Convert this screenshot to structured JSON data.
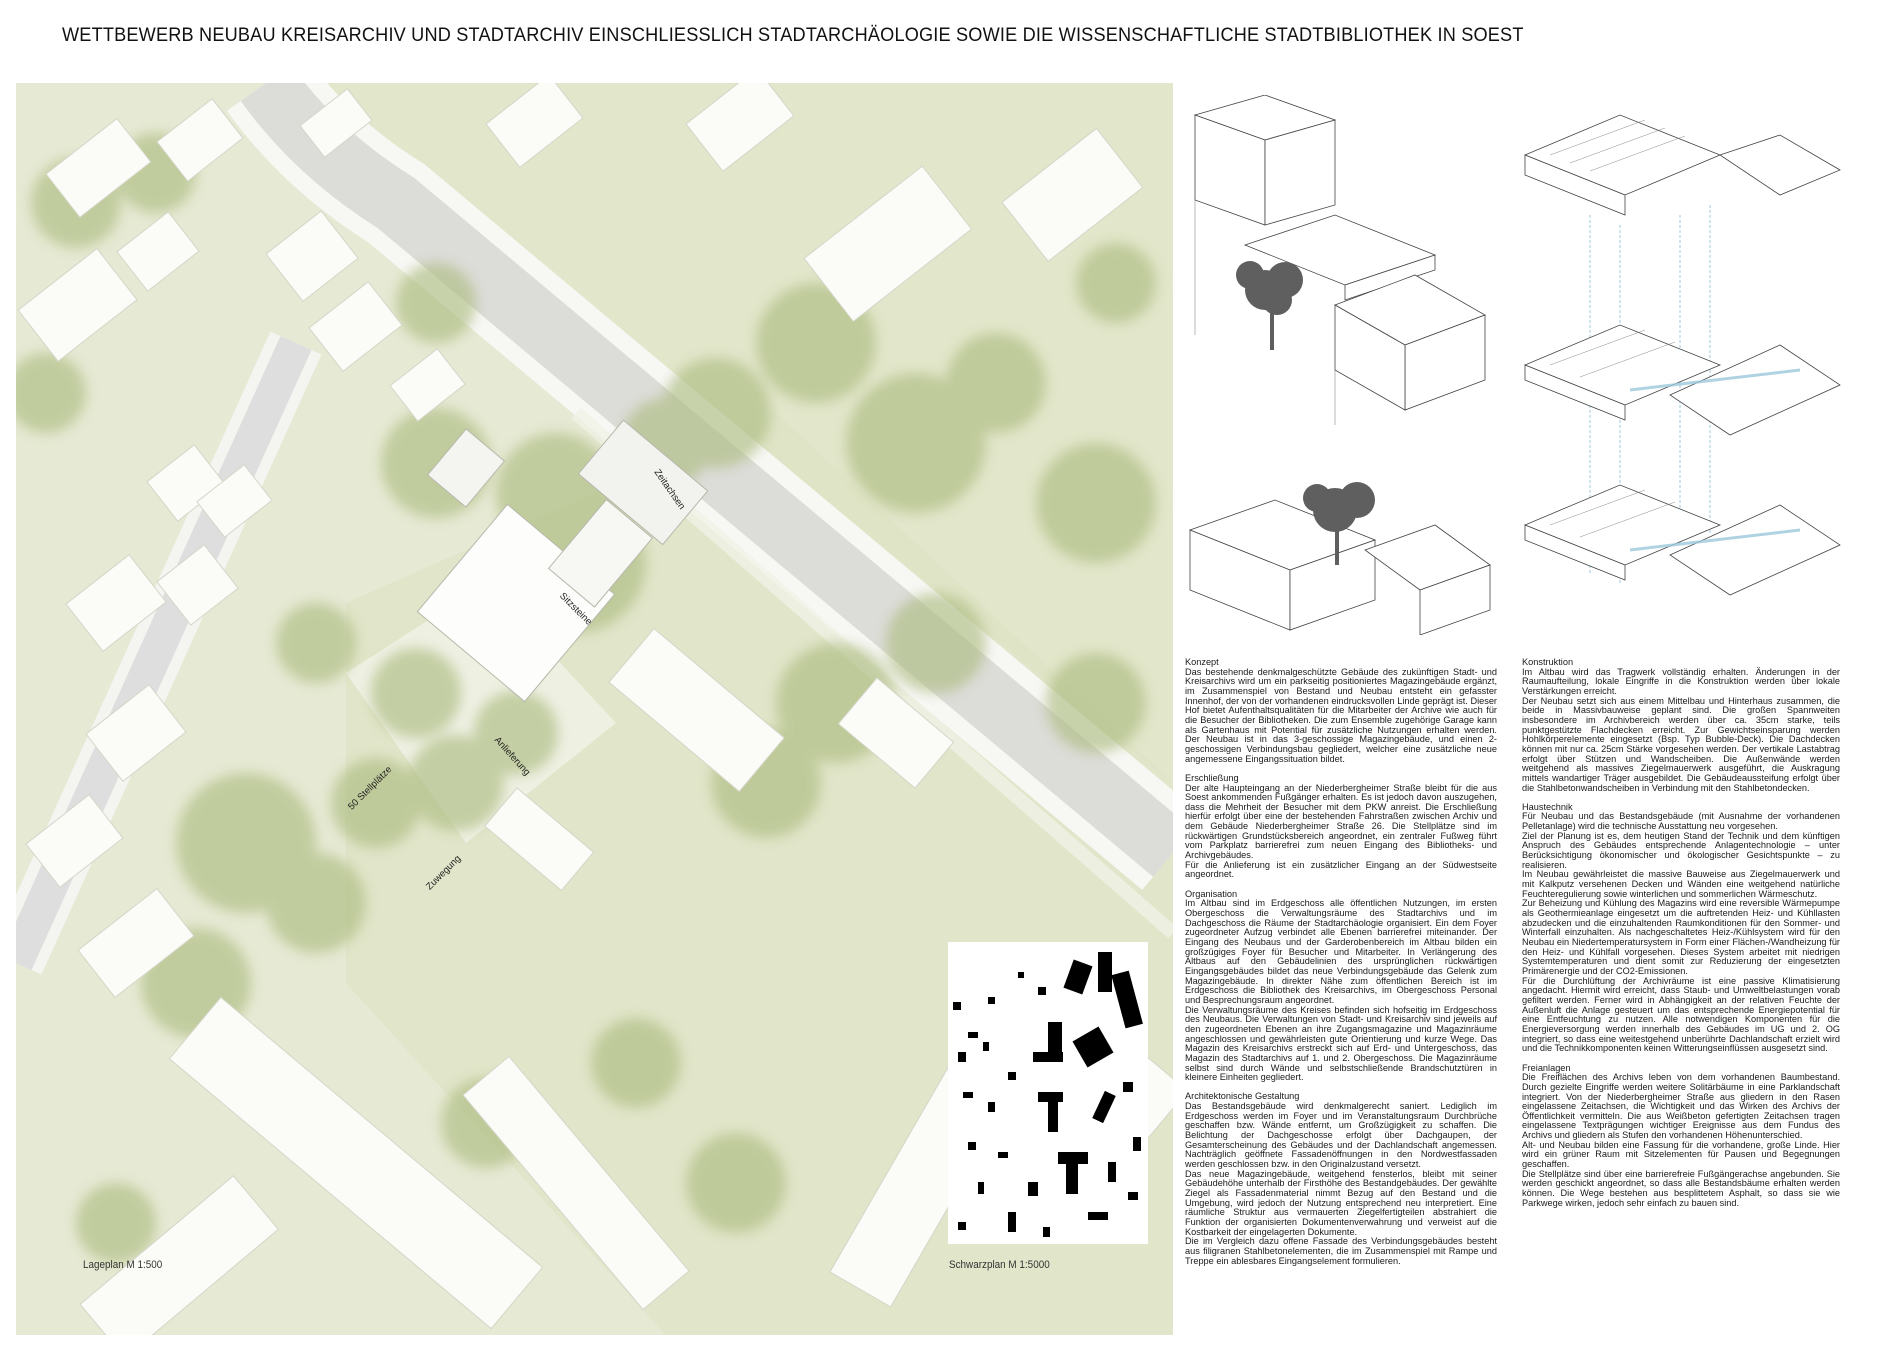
{
  "title": "WETTBEWERB NEUBAU KREISARCHIV UND STADTARCHIV EINSCHLIESSLICH STADTARCHÄOLOGIE SOWIE DIE WISSENSCHAFTLICHE STADTBIBLIOTHEK IN SOEST",
  "site_plan": {
    "caption": "Lageplan M 1:500",
    "labels": {
      "zeitachsen": "Zeitachsen",
      "sitzsteine": "Sitzsteine",
      "anlieferung": "Anlieferung",
      "stellplaetze": "50 Stellplätze",
      "zuwegung": "Zuwegung"
    }
  },
  "figure_ground": {
    "caption": "Schwarzplan M 1:5000"
  },
  "colors": {
    "lawn": "#e6e9d3",
    "tree": "#aebd83",
    "building": "#fbfbf8",
    "road": "#dcdcd8",
    "duct": "#9cc9dc"
  },
  "text_left": [
    {
      "heading": "Konzept",
      "paragraphs": [
        "Das bestehende denkmalgeschützte Gebäude des zukünftigen Stadt- und Kreisarchivs wird um ein parkseitig positioniertes Magazingebäude ergänzt, im Zusammenspiel von Bestand und Neubau entsteht ein gefasster Innenhof, der von der vorhandenen eindrucksvollen Linde geprägt ist. Dieser Hof bietet Aufenthaltsqualitäten für die Mitarbeiter der Archive wie auch für die Besucher der Bibliotheken. Die zum Ensemble zugehörige Garage kann als Gartenhaus mit Potential für zusätzliche Nutzungen erhalten werden. Der Neubau ist in das 3-geschossige Magazingebäude, und einen 2-geschossigen Verbindungsbau gegliedert, welcher eine zusätzliche neue angemessene Eingangssituation bildet."
      ]
    },
    {
      "heading": "Erschließung",
      "paragraphs": [
        "Der alte Haupteingang an der Niederbergheimer Straße bleibt für die aus Soest ankommenden Fußgänger erhalten. Es ist jedoch davon auszugehen, dass die Mehrheit der Besucher mit dem PKW anreist. Die Erschließung hierfür erfolgt über eine der bestehenden Fahrstraßen zwischen Archiv und dem Gebäude Niederbergheimer Straße 26. Die Stellplätze sind im rückwärtigen Grundstücksbereich angeordnet, ein zentraler Fußweg führt vom Parkplatz barrierefrei zum neuen Eingang des Bibliotheks- und Archivgebäudes.",
        "Für die Anlieferung ist ein zusätzlicher Eingang an der Südwestseite angeordnet."
      ]
    },
    {
      "heading": "Organisation",
      "paragraphs": [
        "Im Altbau sind im Erdgeschoss alle öffentlichen Nutzungen, im ersten Obergeschoss die Verwaltungsräume des Stadtarchivs und im Dachgeschoss die Räume der Stadtarchäologie organisiert. Ein dem Foyer zugeordneter Aufzug verbindet alle Ebenen barrierefrei miteinander. Der Eingang des Neubaus und der Garderobenbereich im Altbau bilden ein großzügiges Foyer für Besucher und Mitarbeiter. In Verlängerung des Altbaus auf den Gebäudelinien des ursprünglichen rückwärtigen Eingangsgebäudes bildet das neue Verbindungsgebäude das Gelenk zum Magazingebäude. In direkter Nähe zum öffentlichen Bereich ist im Erdgeschoss die Bibliothek des Kreisarchivs, im Obergeschoss Personal und Besprechungsraum angeordnet.",
        "Die Verwaltungsräume des Kreises befinden sich hofseitig im Erdgeschoss des Neubaus. Die Verwaltungen von Stadt- und Kreisarchiv sind jeweils auf den zugeordneten Ebenen an ihre Zugangsmagazine und Magazinräume angeschlossen und gewährleisten gute Orientierung und kurze Wege. Das Magazin des Kreisarchivs erstreckt sich auf Erd- und Untergeschoss, das Magazin des Stadtarchivs auf 1. und 2. Obergeschoss. Die Magazinräume selbst sind durch Wände und selbstschließende Brandschutztüren in kleinere Einheiten gegliedert."
      ]
    },
    {
      "heading": "Architektonische Gestaltung",
      "paragraphs": [
        "Das Bestandsgebäude wird denkmalgerecht saniert. Lediglich im Erdgeschoss werden im Foyer und im Veranstaltungsraum Durchbrüche geschaffen bzw. Wände entfernt, um Großzügigkeit zu schaffen. Die Belichtung der Dachgeschosse erfolgt über Dachgaupen, der Gesamterscheinung des Gebäudes und der Dachlandschaft angemessen. Nachträglich geöffnete Fassadenöffnungen in den Nordwestfassaden werden geschlossen bzw. in den Originalzustand versetzt.",
        "Das neue Magazingebäude, weitgehend fensterlos, bleibt mit seiner Gebäudehöhe unterhalb der Firsthöhe des Bestandgebäudes. Der gewählte Ziegel als Fassadenmaterial nimmt Bezug auf den Bestand und die Umgebung, wird jedoch der Nutzung entsprechend neu interpretiert. Eine räumliche Struktur aus vermauerten Ziegelfertigteilen abstrahiert die Funktion der organisierten Dokumentenverwahrung und verweist auf die Kostbarkeit der eingelagerten Dokumente.",
        "Die im Vergleich dazu offene Fassade des Verbindungsgebäudes besteht aus filigranen Stahlbetonelementen, die im Zusammenspiel mit Rampe und Treppe ein ablesbares Eingangselement formulieren."
      ]
    }
  ],
  "text_right": [
    {
      "heading": "Konstruktion",
      "paragraphs": [
        "Im Altbau wird das Tragwerk vollständig erhalten. Änderungen in der Raumaufteilung, lokale Eingriffe in die Konstruktion werden über lokale Verstärkungen erreicht.",
        "Der Neubau setzt sich aus einem Mittelbau und Hinterhaus zusammen, die beide in Massivbauweise geplant sind. Die großen Spannweiten insbesondere im Archivbereich werden über ca. 35cm starke, teils punktgestützte Flachdecken erreicht. Zur Gewichtseinsparung werden Hohlkörperelemente eingesetzt (Bsp. Typ Bubble-Deck). Die Dachdecken können mit nur ca. 25cm Stärke vorgesehen werden. Der vertikale Lastabtrag erfolgt über Stützen und Wandscheiben. Die Außenwände werden weitgehend als massives Ziegelmauerwerk ausgeführt, die Auskragung mittels wandartiger Träger ausgebildet. Die Gebäudeaussteifung erfolgt über die Stahlbetonwandscheiben in Verbindung mit den Stahlbetondecken."
      ]
    },
    {
      "heading": "Haustechnik",
      "paragraphs": [
        "Für Neubau und das Bestandsgebäude (mit Ausnahme der vorhandenen Pelletanlage) wird die technische Ausstattung neu vorgesehen.",
        "Ziel der Planung ist es, dem heutigen Stand der Technik und dem künftigen Anspruch des Gebäudes entsprechende Anlagentechnologie – unter Berücksichtigung ökonomischer und ökologischer Gesichtspunkte – zu realisieren.",
        "Im Neubau gewährleistet die massive Bauweise aus Ziegelmauerwerk und mit Kalkputz versehenen Decken und Wänden eine weitgehend natürliche Feuchteregulierung sowie winterlichen und sommerlichen Wärmeschutz.",
        "Zur Beheizung und Kühlung des Magazins wird eine reversible Wärmepumpe als Geothermieanlage eingesetzt um die auftretenden Heiz- und Kühllasten abzudecken und die einzuhaltenden Raumkonditionen für den Sommer- und Winterfall einzuhalten. Als nachgeschaltetes Heiz-/Kühlsystem wird für den Neubau ein Niedertemperatursystem in Form einer Flächen-/Wandheizung für den Heiz- und Kühlfall vorgesehen. Dieses System arbeitet mit niedrigen Systemtemperaturen und dient somit zur Reduzierung der eingesetzten Primärenergie und der CO2-Emissionen.",
        "Für die Durchlüftung der Archivräume ist eine passive Klimatisierung angedacht. Hiermit wird erreicht, dass Staub- und Umweltbelastungen vorab gefiltert werden. Ferner wird in Abhängigkeit an der relativen Feuchte der Außenluft die Anlage gesteuert um das entsprechende Energiepotential für eine Entfeuchtung zu nutzen. Alle notwendigen Komponenten für die Energieversorgung werden innerhalb des Gebäudes im UG und 2. OG integriert, so dass eine weitestgehend unberührte Dachlandschaft erzielt wird und die Technikkomponenten keinen Witterungseinflüssen ausgesetzt sind."
      ]
    },
    {
      "heading": "Freianlagen",
      "paragraphs": [
        "Die Freiflächen des Archivs leben von dem vorhandenen Baumbestand. Durch gezielte Eingriffe werden weitere Solitärbäume in eine Parklandschaft integriert. Von der Niederbergheimer Straße aus gliedern in den Rasen eingelassene Zeitachsen, die Wichtigkeit und das Wirken des Archivs der Öffentlichkeit vermitteln. Die aus Weißbeton gefertigten Zeitachsen tragen eingelassene Textprägungen wichtiger Ereignisse aus dem Fundus des Archivs und gliedern als Stufen den vorhandenen Höhenunterschied.",
        "Alt- und Neubau bilden eine Fassung für die vorhandene, große Linde. Hier wird ein grüner Raum mit Sitzelementen für Pausen und Begegnungen geschaffen.",
        "Die Stellplätze sind über eine barrierefreie Fußgängerachse angebunden. Sie werden geschickt angeordnet, so dass alle Bestandsbäume erhalten werden können. Die Wege bestehen aus besplittetem Asphalt, so dass sie wie Parkwege wirken, jedoch sehr einfach zu bauen sind."
      ]
    }
  ]
}
